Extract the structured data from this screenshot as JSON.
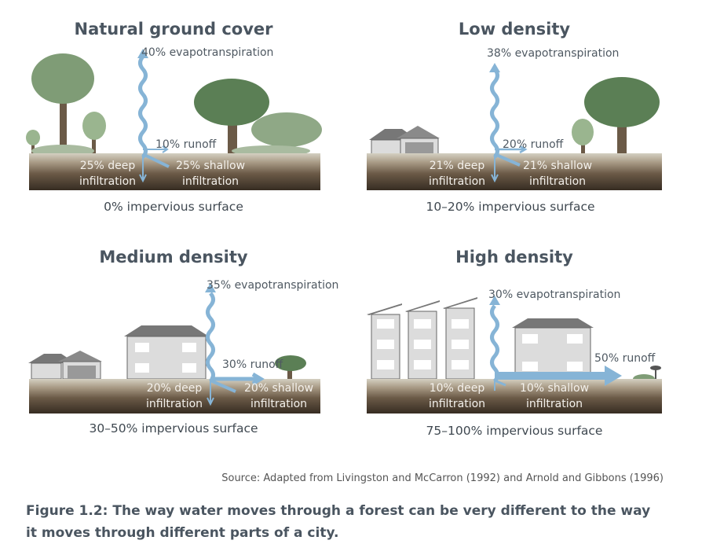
{
  "colors": {
    "water": "#86b4d6",
    "tree_light": "#8fa886",
    "tree_dark": "#5b7f55",
    "trunk": "#6b5a47",
    "building": "#d9dadc",
    "ground_top": "#c8c3b4",
    "ground_bottom": "#3a3026"
  },
  "panels": [
    {
      "title": "Natural ground cover",
      "evap": "40% evapotranspiration",
      "runoff": "10% runoff",
      "deep": [
        "25% deep",
        "infiltration"
      ],
      "shallow": [
        "25% shallow",
        "infiltration"
      ],
      "impervious": "0% impervious surface"
    },
    {
      "title": "Low density",
      "evap": "38% evapotranspiration",
      "runoff": "20% runoff",
      "deep": [
        "21% deep",
        "infiltration"
      ],
      "shallow": [
        "21% shallow",
        "infiltration"
      ],
      "impervious": "10–20% impervious surface"
    },
    {
      "title": "Medium density",
      "evap": "35% evapotranspiration",
      "runoff": "30% runoff",
      "deep": [
        "20% deep",
        "infiltration"
      ],
      "shallow": [
        "20% shallow",
        "infiltration"
      ],
      "impervious": "30–50% impervious surface"
    },
    {
      "title": "High density",
      "evap": "30% evapotranspiration",
      "runoff": "50% runoff",
      "deep": [
        "10% deep",
        "infiltration"
      ],
      "shallow": [
        "10% shallow",
        "infiltration"
      ],
      "impervious": "75–100% impervious surface"
    }
  ],
  "source": "Source: Adapted from Livingston and McCarron (1992) and Arnold and Gibbons (1996)",
  "caption": "Figure 1.2: The way water moves through a forest can be very different to the way it moves through different parts of a city."
}
